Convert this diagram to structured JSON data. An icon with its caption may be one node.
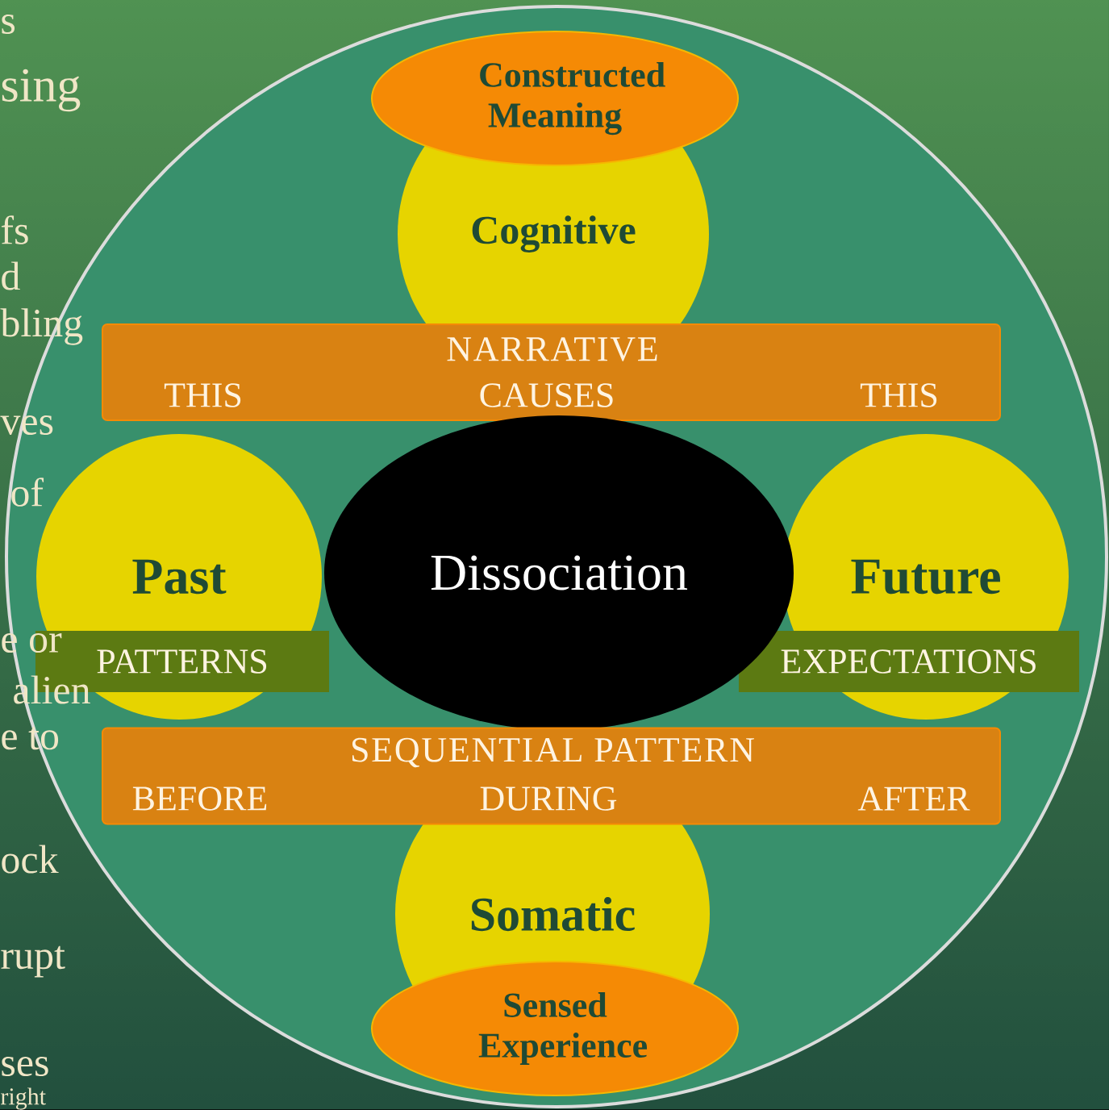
{
  "diagram": {
    "nodes": [
      {
        "text": [
          "Constructed Meaning"
        ]
      },
      {
        "text": [
          "Cognitive"
        ]
      },
      {
        "text": [
          "NARRATIVE",
          "THIS",
          "CAUSES",
          "THIS"
        ]
      },
      {
        "text": [
          "Past"
        ]
      },
      {
        "text": [
          "PATTERNS"
        ],
        "in": 3
      },
      {
        "text": [
          "Dissociation"
        ]
      },
      {
        "text": [
          "Future"
        ]
      },
      {
        "text": [
          "EXPECTATIONS"
        ]
      },
      {
        "text": [
          "SEQUENTIAL PATTERN",
          "BEFORE",
          "DURING",
          "AFTER"
        ]
      },
      {
        "text": [
          "Somatic"
        ]
      },
      {
        "text": [
          "Sensed Experience"
        ]
      }
    ],
    "labels": [
      "s",
      "sing",
      "fs",
      "d",
      "bling",
      "ves",
      "of",
      "e or",
      "alien",
      "e to",
      "ock",
      "rupt",
      "ses",
      "right"
    ]
  }
}
